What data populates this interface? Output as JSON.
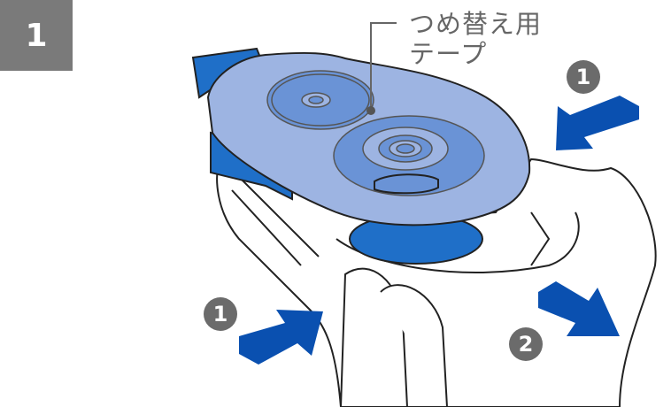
{
  "step_number": "1",
  "part_label": {
    "line1": "つめ替え用",
    "line2": "テープ"
  },
  "callouts": [
    {
      "number": "1",
      "meaning": "press"
    },
    {
      "number": "1",
      "meaning": "press"
    },
    {
      "number": "2",
      "meaning": "pull"
    }
  ],
  "colors": {
    "tape_light": "#9db4e2",
    "tape_mid": "#6a93d6",
    "blue": "#1f6fc8",
    "arrow": "#0a50b0",
    "gray": "#7a7a7a"
  }
}
